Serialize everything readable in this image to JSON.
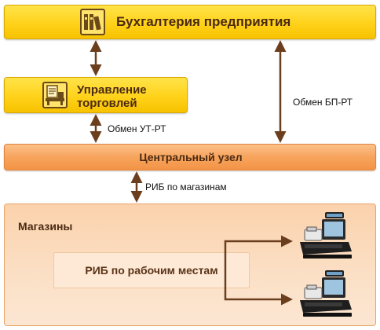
{
  "nodes": {
    "accounting": "Бухгалтерия предприятия",
    "trade_line1": "Управление",
    "trade_line2": "торговлей",
    "central": "Центральный узел",
    "stores": "Магазины",
    "rib_workplaces": "РИБ по рабочим местам"
  },
  "edges": {
    "ut_rt": "Обмен УТ-РТ",
    "bp_rt": "Обмен БП-РТ",
    "rib_stores": "РИБ по магазинам"
  },
  "icons": [
    "binders-icon",
    "trade-desk-icon",
    "pos-terminal-icon"
  ],
  "colors": {
    "yellow_box": "#ffd21a",
    "orange_box": "#f7a45c",
    "stores_panel": "#fbd9b8",
    "arrow": "#6b3f1e",
    "text_dark": "#4a2a12"
  }
}
